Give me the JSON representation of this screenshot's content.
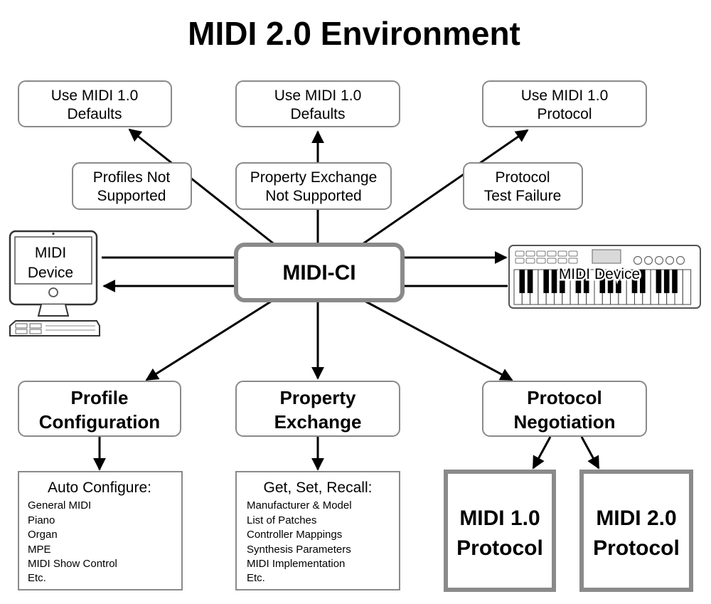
{
  "title": "MIDI 2.0 Environment",
  "center": {
    "label": "MIDI-CI"
  },
  "outcomes": [
    {
      "lines": [
        "Use MIDI 1.0",
        "Defaults"
      ]
    },
    {
      "lines": [
        "Use MIDI 1.0",
        "Defaults"
      ]
    },
    {
      "lines": [
        "Use MIDI 1.0",
        "Protocol"
      ]
    }
  ],
  "conditions": [
    {
      "lines": [
        "Profiles Not",
        "Supported"
      ]
    },
    {
      "lines": [
        "Property Exchange",
        "Not Supported"
      ]
    },
    {
      "lines": [
        "Protocol",
        "Test Failure"
      ]
    }
  ],
  "devices": {
    "computer_label": [
      "MIDI",
      "Device"
    ],
    "keyboard_label": "MIDI Device"
  },
  "features": [
    {
      "lines": [
        "Profile",
        "Configuration"
      ]
    },
    {
      "lines": [
        "Property",
        "Exchange"
      ]
    },
    {
      "lines": [
        "Protocol",
        "Negotiation"
      ]
    }
  ],
  "profile_list": {
    "heading": "Auto Configure:",
    "items": [
      "General MIDI",
      "Piano",
      "Organ",
      "MPE",
      "MIDI Show Control",
      "Etc."
    ]
  },
  "property_list": {
    "heading": "Get, Set, Recall:",
    "items": [
      "Manufacturer & Model",
      "List of Patches",
      "Controller Mappings",
      "Synthesis Parameters",
      "MIDI Implementation",
      "Etc."
    ]
  },
  "protocols": [
    {
      "lines": [
        "MIDI 1.0",
        "Protocol"
      ]
    },
    {
      "lines": [
        "MIDI 2.0",
        "Protocol"
      ]
    }
  ],
  "colors": {
    "box_stroke": "#8a8a8a",
    "arrow": "#000000"
  }
}
